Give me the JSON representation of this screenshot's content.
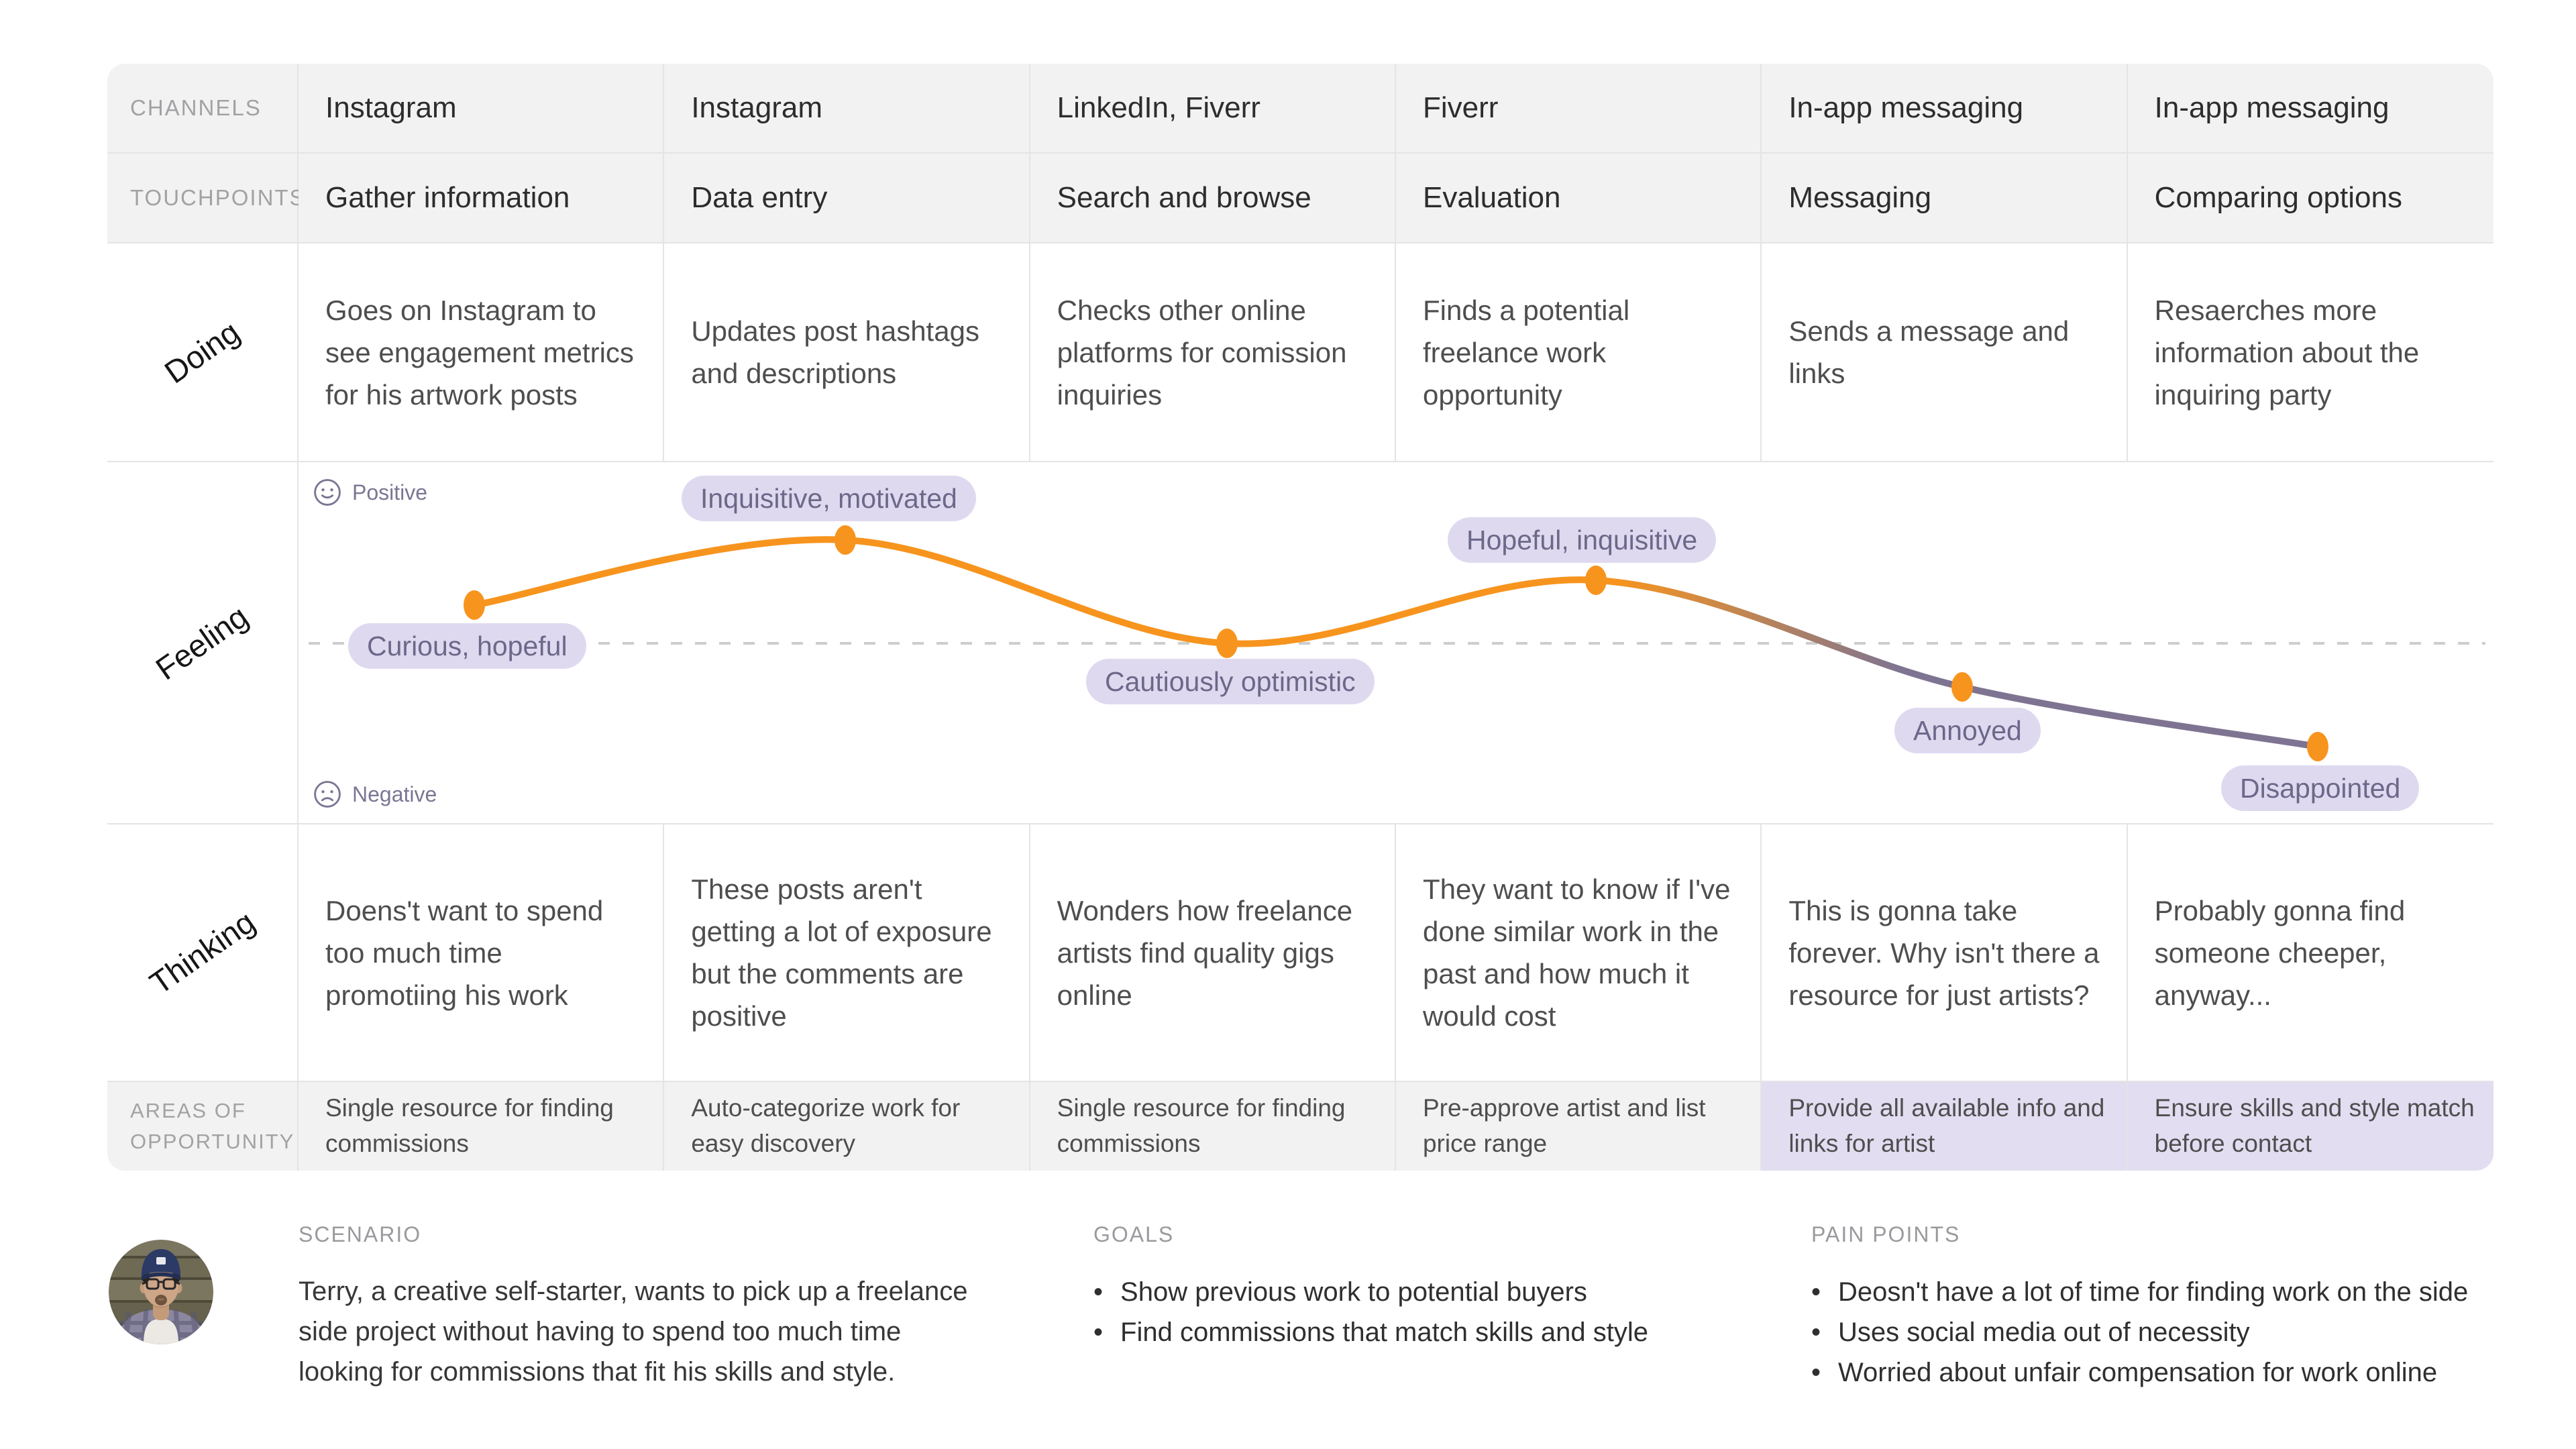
{
  "theme": {
    "accent_orange": "#F7941E",
    "curve_purple": "#7E7492",
    "pill_bg": "#DFD9F0",
    "pill_text": "#6C6889",
    "baseline_dash_gray": "#CDCDCD",
    "header_row_bg": "#F3F2F2",
    "opportunity_highlight_bg": "#E2DDF1",
    "grid_line": "#E4E3E6",
    "label_gray": "#A2A1A4",
    "muted_purple": "#7A7694"
  },
  "journey": {
    "row_headers": {
      "channels": "CHANNELS",
      "touchpoints": "TOUCHPOINTS",
      "doing": "Doing",
      "feeling": "Feeling",
      "thinking": "Thinking",
      "opportunity": "AREAS OF OPPORTUNITY"
    },
    "feeling_axis": {
      "positive": "Positive",
      "negative": "Negative"
    },
    "columns": [
      {
        "channel": "Instagram",
        "touchpoint": "Gather information",
        "doing": "Goes on Instagram to see engagement metrics for his artwork posts",
        "thinking": "Doens't want to spend too much time promotiing his work",
        "opportunity": "Single resource for finding commissions",
        "opportunity_highlight": false
      },
      {
        "channel": "Instagram",
        "touchpoint": "Data entry",
        "doing": "Updates post hashtags and descriptions",
        "thinking": "These posts aren't getting a lot of exposure but the comments are positive",
        "opportunity": "Auto-categorize work for easy discovery",
        "opportunity_highlight": false
      },
      {
        "channel": "LinkedIn, Fiverr",
        "touchpoint": "Search and browse",
        "doing": "Checks other online platforms for comission inquiries",
        "thinking": "Wonders how freelance artists find quality gigs online",
        "opportunity": "Single resource for finding commissions",
        "opportunity_highlight": false
      },
      {
        "channel": "Fiverr",
        "touchpoint": "Evaluation",
        "doing": "Finds a potential freelance work opportunity",
        "thinking": "They want to know if I've done similar work in the past and how much it would cost",
        "opportunity": "Pre-approve artist and list price range",
        "opportunity_highlight": false
      },
      {
        "channel": "In-app messaging",
        "touchpoint": "Messaging",
        "doing": "Sends a message and links",
        "thinking": "This is gonna take forever. Why isn't there a resource for just artists?",
        "opportunity": "Provide all available info and links for artist",
        "opportunity_highlight": true
      },
      {
        "channel": "In-app messaging",
        "touchpoint": "Comparing options",
        "doing": "Resaerches more information about the inquiring party",
        "thinking": "Probably gonna find someone cheeper, anyway...",
        "opportunity": "Ensure skills and style match before contact",
        "opportunity_highlight": true
      }
    ]
  },
  "chart_data": {
    "type": "line",
    "title": "Feeling curve (sentiment over journey stages)",
    "x_categories": [
      "Gather information",
      "Data entry",
      "Search and browse",
      "Evaluation",
      "Messaging",
      "Comparing options"
    ],
    "baseline": "neutral (dashed line, sentiment = 0)",
    "ylim": [
      -1,
      1
    ],
    "grid": false,
    "legend": "none",
    "series": [
      {
        "name": "Feeling",
        "points": [
          {
            "label": "Curious, hopeful",
            "x_frac": 0.08,
            "sentiment": 0.21
          },
          {
            "label": "Inquisitive, motivated",
            "x_frac": 0.249,
            "sentiment": 0.57
          },
          {
            "label": "Cautiously optimistic",
            "x_frac": 0.423,
            "sentiment": 0.0
          },
          {
            "label": "Hopeful, inquisitive",
            "x_frac": 0.591,
            "sentiment": 0.35
          },
          {
            "label": "Annoyed",
            "x_frac": 0.758,
            "sentiment": -0.24
          },
          {
            "label": "Disappointed",
            "x_frac": 0.92,
            "sentiment": -0.57
          }
        ]
      }
    ],
    "line_colors": {
      "positive_segment": "#F7941E",
      "negative_segment": "#7E7492"
    }
  },
  "footer": {
    "scenario": {
      "heading": "SCENARIO",
      "text": "Terry, a creative self-starter, wants to pick up a freelance side project without having to spend too much time looking for commissions that fit his skills and style."
    },
    "goals": {
      "heading": "GOALS",
      "items": [
        "Show previous work to potential buyers",
        "Find commissions that match skills and style"
      ]
    },
    "pain_points": {
      "heading": "PAIN POINTS",
      "items": [
        "Deosn't have a lot of time for finding work on the side",
        "Uses social media out of necessity",
        "Worried about unfair compensation for work online"
      ]
    },
    "avatar": "persona-photo"
  }
}
